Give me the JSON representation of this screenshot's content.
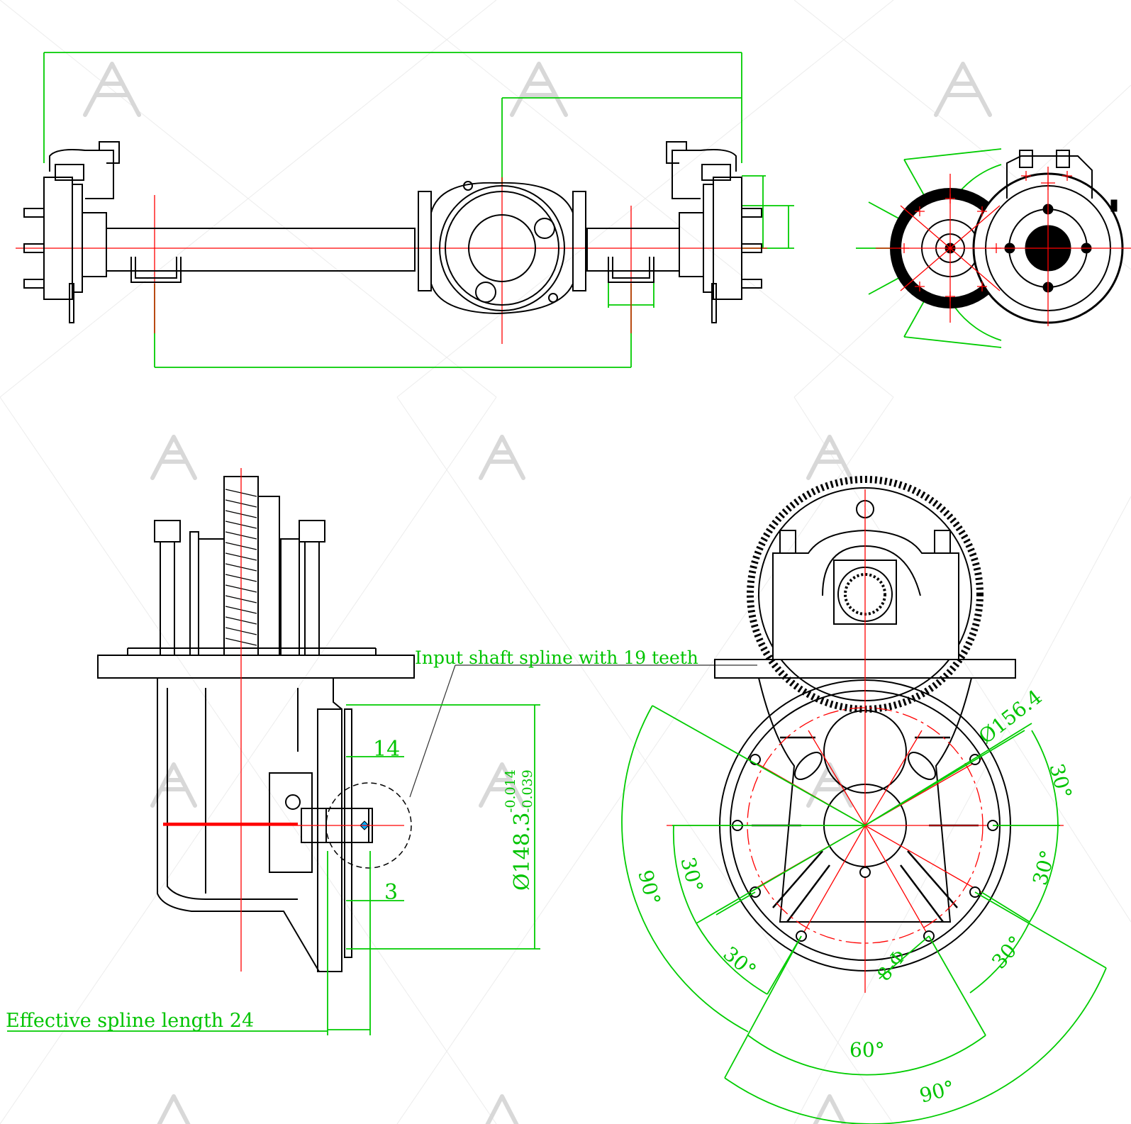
{
  "annotations": {
    "input_spline": "Input shaft spline with 19 teeth",
    "effective_length": "Effective spline length 24"
  },
  "dimensions": {
    "d14": "14",
    "d3": "3",
    "diameter": "Ø148.3",
    "tol_upper": "-0.014",
    "tol_lower": "-0.039",
    "pcd": "Ø156.4",
    "holes": "8-Φ"
  },
  "angles": {
    "a30_right_top": "30°",
    "a30_right_mid": "30°",
    "a30_right_low": "30°",
    "a30_left_mid": "30°",
    "a30_left_low": "30°",
    "a90_left": "90°",
    "a60_bottom": "60°",
    "a90_bottom": "90°"
  },
  "colors": {
    "outline": "#000000",
    "centerline": "#ff0000",
    "dimension": "#00cc00",
    "watermark": "#d8d8d8"
  },
  "icons": {
    "watermark": "triangle-logo-icon"
  }
}
